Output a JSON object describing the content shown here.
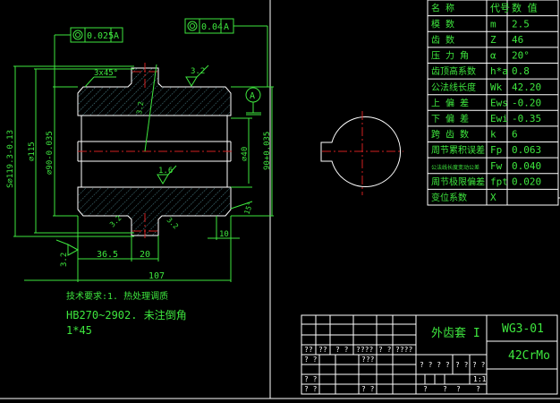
{
  "colors": {
    "background": "#000000",
    "dimension": "#3ee63e",
    "outline": "#ffffff",
    "centerline": "#d02020",
    "hatch": "#7fd8e8"
  },
  "drawing": {
    "fcf_left": {
      "symbol": "concentricity-icon",
      "tolerance": "0.025",
      "datum": "A"
    },
    "fcf_right": {
      "symbol": "concentricity-icon",
      "tolerance": "0.04",
      "datum": "A"
    },
    "datum_label": "A",
    "chamfer": "3x45°",
    "roughness_top": "3.2",
    "roughness_bore": "1.6",
    "roughness_left": "3.2",
    "roughness_tooth": "3.2",
    "roughness_bottom_left": "3.2",
    "roughness_bottom_right": "3.2",
    "dim_outer": "S⌀119.3-0.13",
    "dim_115": "⌀115",
    "dim_90": "⌀90-0.035",
    "dim_40": "⌀40",
    "dim_90_right": "90+0.035",
    "dim_36_5": "36.5",
    "dim_20": "20",
    "dim_107": "107",
    "dim_10": "10",
    "angle_15": "15°"
  },
  "tech_requirements": [
    "技术要求:1. 热处理调质",
    "HB270~2902. 未注倒角",
    "1*45"
  ],
  "param_table": {
    "header": [
      "名  称",
      "代号",
      "数  值"
    ],
    "rows": [
      [
        "模  数",
        "m",
        "2.5"
      ],
      [
        "齿  数",
        "Z",
        "46"
      ],
      [
        "压 力 角",
        "α",
        "20°"
      ],
      [
        "齿顶高系数",
        "h*a",
        "0.8"
      ],
      [
        "公法线长度",
        "Wk",
        "42.20"
      ],
      [
        "上 偏 差",
        "Ews",
        "-0.20"
      ],
      [
        "下 偏 差",
        "Ewi",
        "-0.35"
      ],
      [
        "跨 齿 数",
        "k",
        "6"
      ],
      [
        "周节累积误差",
        "Fp",
        "0.063"
      ],
      [
        "公法线长度变动公差",
        "Fw",
        "0.040"
      ],
      [
        "周节极限偏差",
        "fpt",
        "0.020"
      ],
      [
        "变位系数",
        "X",
        ""
      ]
    ]
  },
  "title_block": {
    "part_name": "外齿套 I",
    "drawing_no": "WG3-01",
    "material": "42CrMo",
    "scale": "1:1",
    "header_row": [
      "??",
      "??",
      "? ?",
      "????",
      "? ?",
      "????"
    ],
    "left_cells": [
      "? ?",
      "???",
      "? ?",
      "? ?",
      "? ?"
    ],
    "middle_row": [
      "? ? ? ?",
      "? ?",
      "? ?"
    ],
    "bottom_row": [
      "?",
      "?",
      "?",
      "?"
    ]
  }
}
